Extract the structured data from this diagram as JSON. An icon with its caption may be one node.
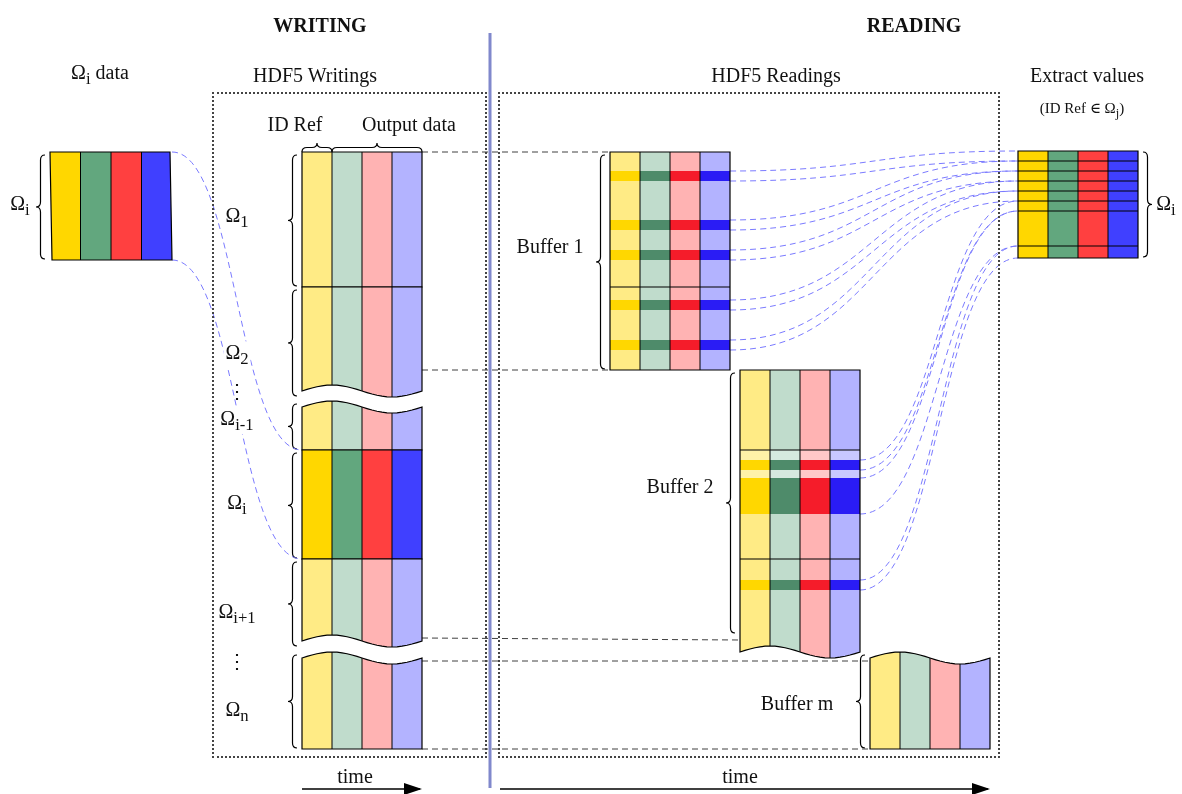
{
  "diagram": {
    "nodes": [
      {
        "text": [
          "HDF5 Writings"
        ]
      },
      {
        "text": [
          "HDF5 Readings"
        ]
      },
      {
        "text": [
          "Ω$_{i}$ data"
        ],
        "beside": [
          "Ω$_{i}$"
        ]
      },
      {
        "text": [],
        "shape": "box",
        "in": 0,
        "beside": [
          "Ω$_{1}$"
        ]
      },
      {
        "text": [],
        "shape": "box",
        "in": 0,
        "beside": [
          "Ω$_{2}$"
        ]
      },
      {
        "text": [],
        "shape": "box",
        "in": 0,
        "beside": [
          "Ω$_{i-1}$"
        ]
      },
      {
        "text": [],
        "shape": "box",
        "in": 0,
        "beside": [
          "Ω$_{i}$"
        ]
      },
      {
        "text": [],
        "shape": "box",
        "in": 0,
        "beside": [
          "Ω$_{i+1}$"
        ]
      },
      {
        "text": [],
        "shape": "box",
        "in": 0,
        "beside": [
          "Ω$_{n}$"
        ]
      },
      {
        "text": [],
        "shape": "box",
        "in": 1,
        "beside": [
          "Buffer 1"
        ]
      },
      {
        "text": [],
        "shape": "box",
        "in": 1,
        "beside": [
          "Buffer 2"
        ]
      },
      {
        "text": [],
        "shape": "box",
        "in": 1,
        "beside": [
          "Buffer m"
        ]
      },
      {
        "text": [
          "Extract values",
          "(ID Ref ∈ Ω$_{j}$)"
        ],
        "beside": [
          "Ω$_{i}$"
        ]
      }
    ],
    "edges": [
      {
        "from": 2,
        "to": 6,
        "arrow": "none",
        "style": "dashed"
      },
      {
        "from": 2,
        "to": 6,
        "arrow": "none",
        "style": "dashed"
      },
      {
        "from": 3,
        "to": 9,
        "arrow": "none",
        "style": "dashed",
        "color": "#404040"
      },
      {
        "from": 4,
        "to": 9,
        "arrow": "none",
        "style": "dashed",
        "color": "#404040"
      },
      {
        "from": 7,
        "to": 10,
        "arrow": "none",
        "style": "dashed",
        "color": "#404040"
      },
      {
        "from": 8,
        "to": 11,
        "arrow": "none",
        "style": "dashed",
        "color": "#404040"
      },
      {
        "from": 8,
        "to": 11,
        "arrow": "none",
        "style": "dashed",
        "color": "#404040"
      },
      {
        "from": 9,
        "to": 12,
        "arrow": "none",
        "style": "dashed"
      },
      {
        "from": 9,
        "to": 12,
        "arrow": "none",
        "style": "dashed"
      },
      {
        "from": 9,
        "to": 12,
        "arrow": "none",
        "style": "dashed"
      },
      {
        "from": 9,
        "to": 12,
        "arrow": "none",
        "style": "dashed"
      },
      {
        "from": 9,
        "to": 12,
        "arrow": "none",
        "style": "dashed"
      },
      {
        "from": 9,
        "to": 12,
        "arrow": "none",
        "style": "dashed"
      },
      {
        "from": 9,
        "to": 12,
        "arrow": "none",
        "style": "dashed"
      },
      {
        "from": 9,
        "to": 12,
        "arrow": "none",
        "style": "dashed"
      },
      {
        "from": 9,
        "to": 12,
        "arrow": "none",
        "style": "dashed"
      },
      {
        "from": 9,
        "to": 12,
        "arrow": "none",
        "style": "dashed"
      },
      {
        "from": 10,
        "to": 12,
        "arrow": "none",
        "style": "dashed"
      },
      {
        "from": 10,
        "to": 12,
        "arrow": "none",
        "style": "dashed"
      },
      {
        "from": 10,
        "to": 12,
        "arrow": "none",
        "style": "dashed"
      },
      {
        "from": 10,
        "to": 12,
        "arrow": "none",
        "style": "dashed"
      },
      {
        "from": 10,
        "to": 12,
        "arrow": "none",
        "style": "dashed"
      },
      {
        "from": 10,
        "to": 12,
        "arrow": "none",
        "style": "dashed"
      }
    ],
    "labels": [
      "WRITING",
      "READING",
      "ID Ref",
      "Output data",
      "⋮",
      "⋮",
      "time",
      "time"
    ]
  }
}
